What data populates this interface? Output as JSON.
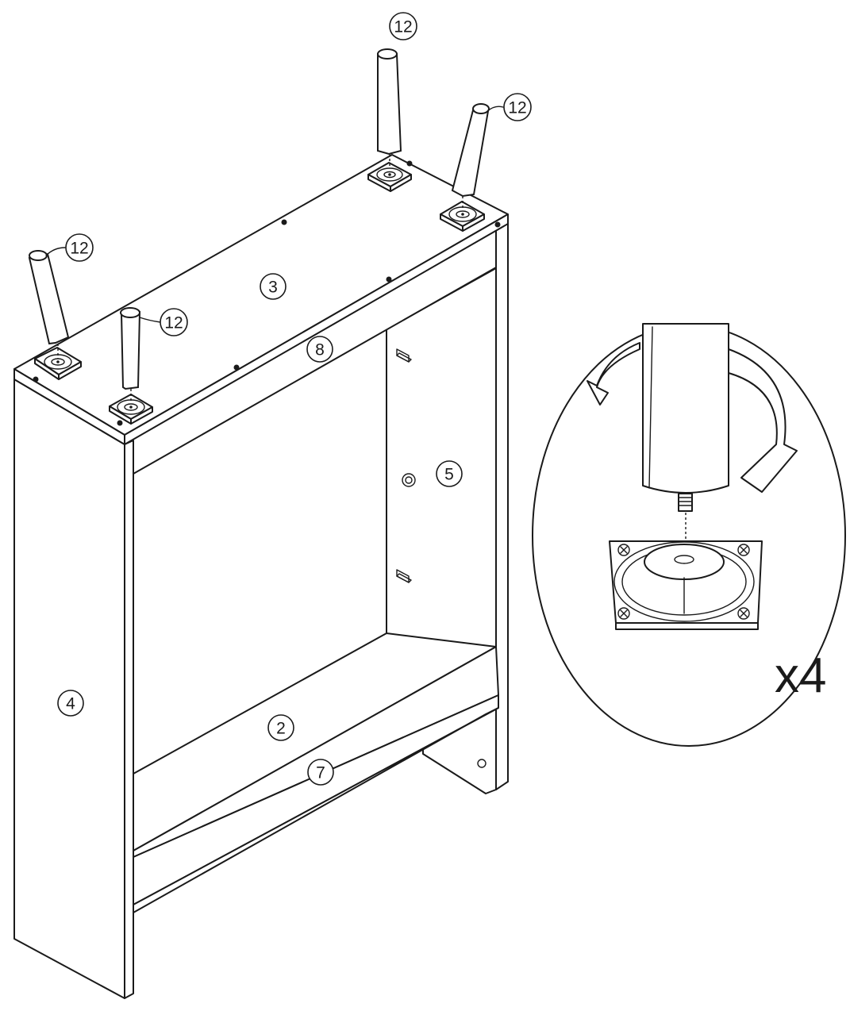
{
  "callouts": {
    "leg_top_mid": "12",
    "leg_top_right": "12",
    "leg_left_back": "12",
    "leg_left_front": "12",
    "top_panel": "3",
    "front_rail_top": "8",
    "back_panel": "5",
    "side_panel": "4",
    "bottom_shelf": "2",
    "front_rail_bottom": "7"
  },
  "detail": {
    "quantity": "x4"
  }
}
